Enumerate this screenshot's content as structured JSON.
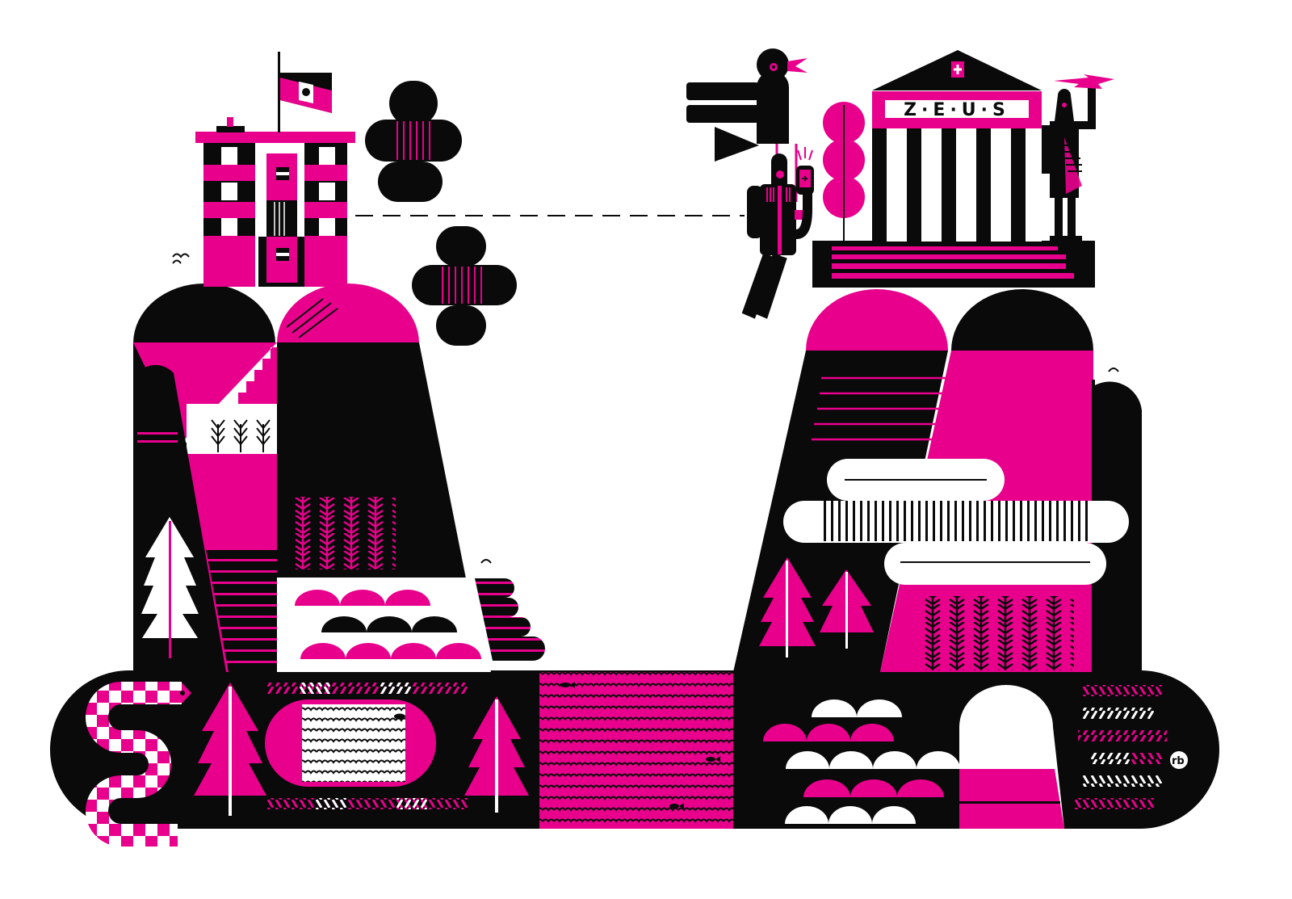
{
  "illustration": {
    "colors": {
      "magenta": "#e8008c",
      "black": "#0a0a0a",
      "white": "#ffffff"
    },
    "temple_sign": "Z·E·U·S",
    "signature": "rb",
    "left_cliff": {
      "building": "castle-tower-with-flag",
      "trees": [
        "white-pine",
        "magenta-pine",
        "magenta-pine"
      ],
      "features": [
        "snake",
        "pond-with-fish",
        "wheat-field",
        "staircase"
      ]
    },
    "right_cliff": {
      "building": "greek-temple",
      "figures": [
        "zeus-with-lightning-bolt"
      ],
      "features": [
        "clouds",
        "wheat-field",
        "tunnel-arch",
        "magenta-pines"
      ]
    },
    "center": {
      "bird": "giant-bird-carrying-traveler",
      "traveler": "backpacker-with-phone",
      "route": "dashed-line-between-cliffs",
      "river": "magenta-water-with-fish"
    }
  }
}
